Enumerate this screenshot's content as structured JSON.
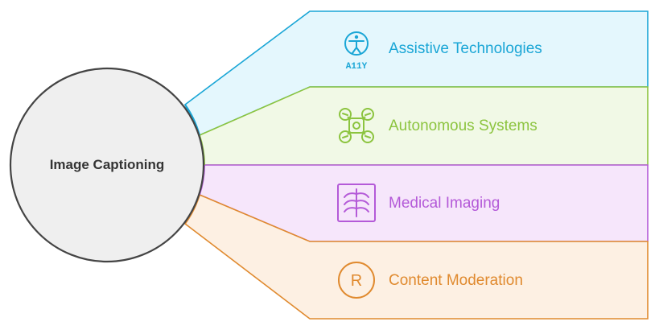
{
  "center": {
    "label": "Image Captioning"
  },
  "branches": [
    {
      "label": "Assistive Technologies",
      "icon": "accessibility-icon",
      "icon_caption": "A11Y",
      "stroke": "#1aa6d6",
      "fill": "#e4f7fd"
    },
    {
      "label": "Autonomous Systems",
      "icon": "drone-icon",
      "stroke": "#8cc43f",
      "fill": "#f1f9e6"
    },
    {
      "label": "Medical Imaging",
      "icon": "xray-icon",
      "stroke": "#b45ad8",
      "fill": "#f6e6fb"
    },
    {
      "label": "Content Moderation",
      "icon": "registered-icon",
      "icon_caption": "R",
      "stroke": "#e08a2f",
      "fill": "#fdf0e3"
    }
  ]
}
